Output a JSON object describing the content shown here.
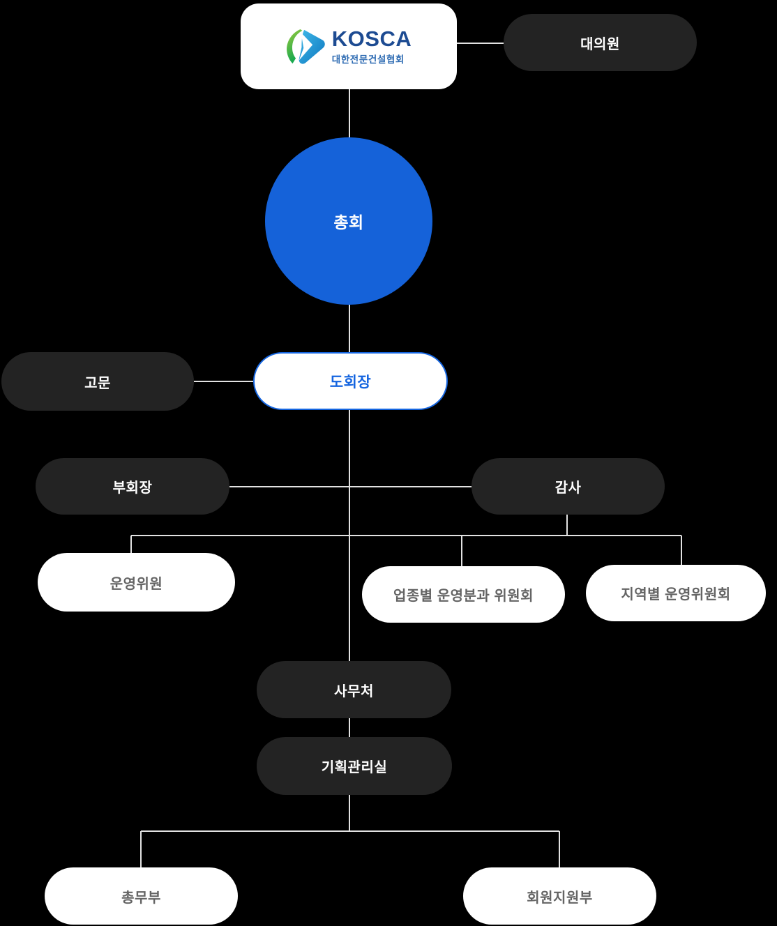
{
  "diagram": {
    "type": "org-chart",
    "organization": {
      "acronym": "KOSCA",
      "name": "대한전문건설협회"
    },
    "nodes": {
      "delegate": "대의원",
      "general_assembly": "총회",
      "advisor": "고문",
      "chairman": "도회장",
      "vice_chairman": "부회장",
      "auditor": "감사",
      "steering_committee": "운영위원",
      "sector_subcommittees": "업종별 운영분과 위원회",
      "regional_committees": "지역별 운영위원회",
      "secretariat": "사무처",
      "planning_office": "기획관리실",
      "general_affairs_dept": "총무부",
      "member_support_dept": "회원지원부"
    },
    "edges": [
      [
        "organization",
        "delegate"
      ],
      [
        "organization",
        "general_assembly"
      ],
      [
        "general_assembly",
        "chairman"
      ],
      [
        "advisor",
        "chairman"
      ],
      [
        "chairman",
        "vice_chairman"
      ],
      [
        "chairman",
        "auditor"
      ],
      [
        "auditor",
        "steering_committee"
      ],
      [
        "auditor",
        "sector_subcommittees"
      ],
      [
        "auditor",
        "regional_committees"
      ],
      [
        "chairman",
        "secretariat"
      ],
      [
        "secretariat",
        "planning_office"
      ],
      [
        "planning_office",
        "general_affairs_dept"
      ],
      [
        "planning_office",
        "member_support_dept"
      ]
    ],
    "colors": {
      "background": "#000000",
      "dark_node": "#232323",
      "blue_node": "#1562d9",
      "outline_blue": "#1565e0",
      "light_node_text": "#646464",
      "connector_line": "#e2e2e2",
      "logo_navy": "#1d4b92",
      "logo_blue": "#2f6cb3",
      "logo_green": "#55b64a",
      "logo_cyan": "#1f8fd0"
    }
  }
}
